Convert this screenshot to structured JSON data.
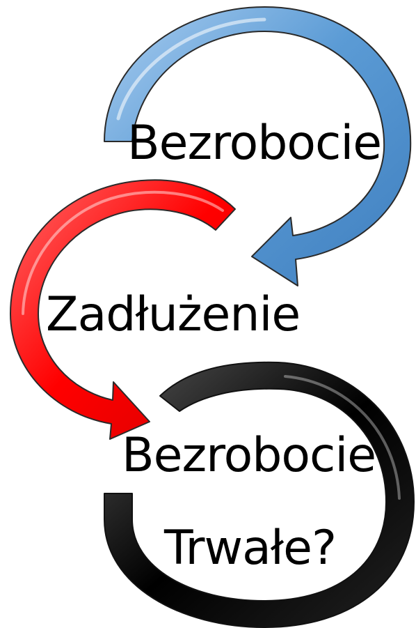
{
  "diagram": {
    "labels": {
      "first": "Bezrobocie",
      "second": "Zadłużenie",
      "third": "Bezrobocie",
      "fourth": "Trwałe?"
    },
    "arrows": [
      {
        "name": "blue-cycle-arrow",
        "color": "#5b9bd5"
      },
      {
        "name": "red-cycle-arrow",
        "color": "#ff0000"
      },
      {
        "name": "black-cycle-ring",
        "color": "#000000"
      }
    ]
  }
}
